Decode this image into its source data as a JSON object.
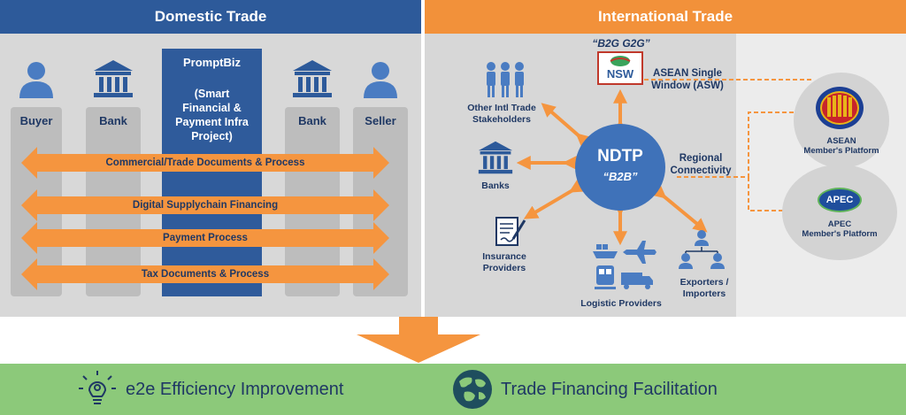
{
  "domestic": {
    "title": "Domestic Trade",
    "buyer": "Buyer",
    "bank_left": "Bank",
    "bank_right": "Bank",
    "seller": "Seller",
    "promptbiz_title": "PromptBiz",
    "promptbiz_desc": [
      "(Smart",
      "Financial &",
      "Payment Infra",
      "Project)"
    ],
    "flows": [
      "Commercial/Trade Documents & Process",
      "Digital Supplychain Financing",
      "Payment Process",
      "Tax Documents & Process"
    ]
  },
  "international": {
    "title": "International Trade",
    "hub_title": "NDTP",
    "hub_sub": "“B2B”",
    "b2g_label": "“B2G G2G”",
    "nsw_badge": "NSW",
    "asw_label": [
      "ASEAN Single",
      "Window (ASW)"
    ],
    "regional_label": [
      "Regional",
      "Connectivity"
    ],
    "stakeholders_label": [
      "Other Intl Trade",
      "Stakeholders"
    ],
    "banks_label": "Banks",
    "insurance_label": [
      "Insurance",
      "Providers"
    ],
    "logistic_label": "Logistic Providers",
    "exporters_label": [
      "Exporters /",
      "Importers"
    ],
    "asean_platform": [
      "ASEAN",
      "Member's Platform"
    ],
    "apec_badge": "APEC",
    "apec_platform": [
      "APEC",
      "Member's Platform"
    ]
  },
  "outcomes": {
    "efficiency": "e2e Efficiency Improvement",
    "financing": "Trade Financing Facilitation"
  },
  "colors": {
    "navy": "#2d5a9a",
    "orange": "#f5953f",
    "panel_gray": "#d7d7d7",
    "column_gray": "#bfbfbf",
    "icon_blue": "#4a7cc2",
    "green_band": "#8cc97a",
    "dark_text": "#1f3864"
  }
}
